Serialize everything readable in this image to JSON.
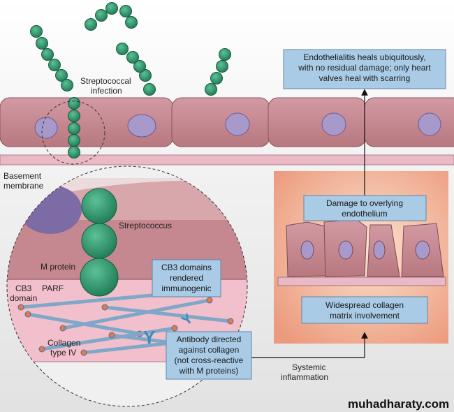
{
  "labels": {
    "infection": [
      "Streptococcal",
      "infection"
    ],
    "basement": [
      "Basement",
      "membrane"
    ],
    "streptococcus": "Streptococcus",
    "m_protein": "M protein",
    "parf": "PARF",
    "cb3": [
      "CB3",
      "domain"
    ],
    "collagen": [
      "Collagen",
      "type IV"
    ],
    "systemic": [
      "Systemic",
      "inflammation"
    ]
  },
  "boxes": {
    "heals": [
      "Endothelialitis heals ubiquitously,",
      "with no residual damage; only heart",
      "valves heal with scarring"
    ],
    "damage": [
      "Damage to overlying",
      "endothelium"
    ],
    "cb3_immuno": [
      "CB3 domains",
      "rendered",
      "immunogenic"
    ],
    "widespread": [
      "Widespread collagen",
      "matrix involvement"
    ],
    "antibody": [
      "Antibody directed",
      "against collagen",
      "(not cross-reactive",
      "with M proteins)"
    ]
  },
  "watermark": "muhadharaty.com",
  "colors": {
    "cell": "#c4868f",
    "nucleus": "#a79acb",
    "strep": "#3a9a72",
    "box": "#a9cbe6",
    "panel": "#eea183"
  }
}
